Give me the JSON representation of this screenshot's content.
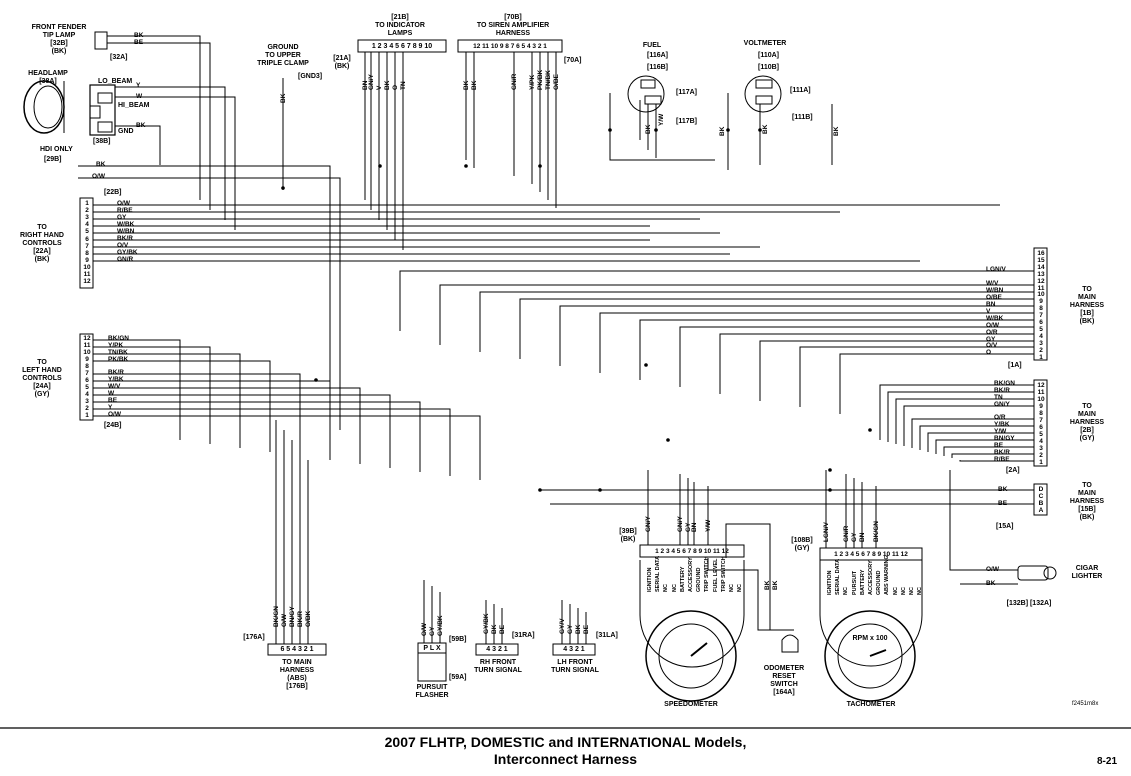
{
  "labels": {
    "front_fender": "FRONT FENDER\nTIP LAMP\n[32B]\n(BK)",
    "headlamp": "HEADLAMP\n[38A]",
    "lo_beam": "LO_BEAM",
    "hi_beam": "HI_BEAM",
    "gnd": "GND",
    "c38b": "[38B]",
    "hdi_only": "HDI ONLY",
    "c29b": "[29B]",
    "c32a": "[32A]",
    "c22b": "[22B]",
    "rh_controls": "TO\nRIGHT HAND\nCONTROLS\n[22A]\n(BK)",
    "lh_controls": "TO\nLEFT HAND\nCONTROLS\n[24A]\n(GY)",
    "c24b": "[24B]",
    "ground_clamp": "GROUND\nTO UPPER\nTRIPLE CLAMP",
    "gnd3": "[GND3]",
    "c21a": "[21A]\n(BK)",
    "indicator": "[21B]\nTO INDICATOR\nLAMPS",
    "indicator_pins": "1 2 3 4 5 6 7 8 9 10",
    "siren": "[70B]\nTO SIREN AMPLIFIER\nHARNESS",
    "siren_pins": "12 11 10 9 8 7 6 5 4 3 2 1",
    "c70a": "[70A]",
    "fuel": "FUEL",
    "fuel_c1": "[116A]",
    "fuel_c2": "[116B]",
    "c117a": "[117A]",
    "c117b": "[117B]",
    "voltmeter": "VOLTMETER",
    "volt_c1": "[110A]",
    "volt_c2": "[110B]",
    "c111a": "[111A]",
    "c111b": "[111B]",
    "main_1b": "TO\nMAIN\nHARNESS\n[1B]\n(BK)",
    "c1a": "[1A]",
    "main_2b": "TO\nMAIN\nHARNESS\n[2B]\n(GY)",
    "c2a": "[2A]",
    "main_15b": "TO\nMAIN\nHARNESS\n[15B]\n(BK)",
    "c15a": "[15A]",
    "cigar": "CIGAR\nLIGHTER",
    "cigar_conn": "[132B] [132A]",
    "speedo_conn": "[39B]\n(BK)",
    "speedo_pins": "1 2 3 4 5 6 7 8 9 10 11 12",
    "speedo_pin_names": [
      "IGNITION",
      "SERIAL DATA",
      "NC",
      "NC",
      "BATTERY",
      "ACCESSORY",
      "GROUND",
      "TRIP SWITCH",
      "FUEL LEVEL",
      "TRIP SWITCH",
      "NC",
      "NC"
    ],
    "speedometer": "SPEEDOMETER",
    "odometer": "ODOMETER\nRESET\nSWITCH\n[164A]",
    "tacho_conn": "[108B]\n(GY)",
    "tacho_pins": "1 2 3 4 5 6 7 8 9 10 11 12",
    "tacho_pin_names": [
      "IGNITION",
      "SERIAL DATA",
      "NC",
      "PURSUIT",
      "BATTERY",
      "ACCESSORY",
      "GROUND",
      "ABS WARNING",
      "NC",
      "NC",
      "NC",
      "NC"
    ],
    "tachometer": "TACHOMETER",
    "rpm": "RPM x 100",
    "c176a": "[176A]",
    "abs_pins": "6 5 4 3 2 1",
    "abs": "TO MAIN\nHARNESS\n(ABS)\n[176B]",
    "flasher_pins": "P  L  X",
    "c59b": "[59B]",
    "c59a": "[59A]",
    "pursuit": "PURSUIT\nFLASHER",
    "rh_turn_pins": "4 3 2 1",
    "c31ra": "[31RA]",
    "rh_turn": "RH FRONT\nTURN SIGNAL",
    "lh_turn_pins": "4 3 2 1",
    "c31la": "[31LA]",
    "lh_turn": "LH FRONT\nTURN SIGNAL",
    "fig_id": "f2451m8x",
    "title_line1": "2007 FLHTP, DOMESTIC and INTERNATIONAL Models,",
    "title_line2": "Interconnect Harness",
    "page_number": "8-21"
  },
  "wires": {
    "front_fender": [
      "BK",
      "BE"
    ],
    "headlamp": [
      "Y",
      "W",
      "BK"
    ],
    "hdi": [
      "BK",
      "O/W"
    ],
    "rh_controls_pins": [
      "1",
      "2",
      "3",
      "4",
      "5",
      "6",
      "7",
      "8",
      "9",
      "10",
      "11",
      "12"
    ],
    "rh_controls": [
      "O/W",
      "R/BE",
      "GY",
      "W/BK",
      "W/BN",
      "BK/R",
      "O/V",
      "GY/BK",
      "GN/R"
    ],
    "lh_controls_pins": [
      "12",
      "11",
      "10",
      "9",
      "8",
      "7",
      "6",
      "5",
      "4",
      "3",
      "2",
      "1"
    ],
    "lh_controls": [
      "BK/GN",
      "Y/PK",
      "TN/BK",
      "PK/BK",
      "BK/R",
      "Y/BK",
      "W/V",
      "W",
      "BE",
      "Y",
      "O/W"
    ],
    "main1b_pins": [
      "16",
      "15",
      "14",
      "13",
      "12",
      "11",
      "10",
      "9",
      "8",
      "7",
      "6",
      "5",
      "4",
      "3",
      "2",
      "1"
    ],
    "main1b": [
      "LGN/V",
      "W/V",
      "W/BN",
      "O/BE",
      "BN",
      "V",
      "W/BK",
      "O/W",
      "O/R",
      "GY",
      "O/V",
      "O"
    ],
    "main2b_pins": [
      "12",
      "11",
      "10",
      "9",
      "8",
      "7",
      "6",
      "5",
      "4",
      "3",
      "2",
      "1"
    ],
    "main2b": [
      "BK/GN",
      "BK/R",
      "TN",
      "GN/Y",
      "O/R",
      "Y/BK",
      "Y/W",
      "BN/GY",
      "BE",
      "BK/R",
      "R/BE"
    ],
    "main15b_pins": [
      "D",
      "C",
      "B",
      "A"
    ],
    "main15b": [
      "BK",
      "BE"
    ],
    "cigar": [
      "O/W",
      "BK"
    ],
    "indicator_vert": [
      "BN",
      "GN/Y",
      "V",
      "BK",
      "O",
      "TN"
    ],
    "siren_vert": [
      "BK",
      "BK",
      "GN/R",
      "Y/PK",
      "PK/BK",
      "TN/BK",
      "O/BE"
    ],
    "ground": "BK",
    "fuel": [
      "BK",
      "Y/W",
      "BK"
    ],
    "volt": [
      "BK",
      "BK"
    ],
    "speedo_top": [
      "GN/Y",
      "GN/Y",
      "GY",
      "BN",
      "Y/W"
    ],
    "tacho_top": [
      "LGN/V",
      "GN/R",
      "GY",
      "BN",
      "BK/GN"
    ],
    "odometer": [
      "BK",
      "BK"
    ],
    "abs": [
      "BK/GN",
      "O/W",
      "BN/GY",
      "BK/R",
      "O/BK"
    ],
    "flasher": [
      "O/W",
      "GY",
      "GY/BK"
    ],
    "rh_turn": [
      "GY/BK",
      "BK",
      "BE"
    ],
    "lh_turn": [
      "GY/V",
      "GY",
      "BK",
      "BE"
    ]
  },
  "colors": {
    "line": "#000000",
    "background": "#ffffff"
  }
}
